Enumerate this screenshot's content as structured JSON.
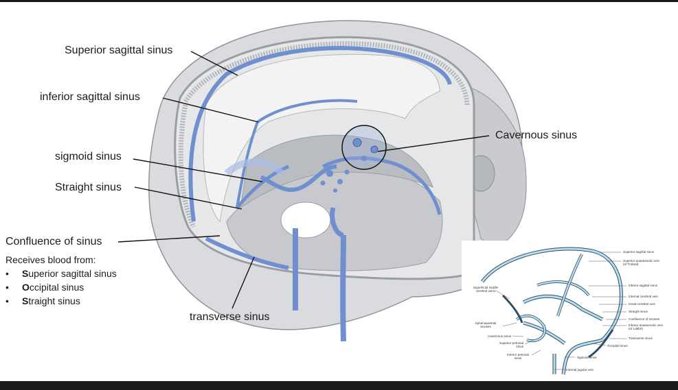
{
  "labels": {
    "superior_sagittal": "Superior sagittal sinus",
    "inferior_sagittal": "inferior sagittal sinus",
    "sigmoid": "sigmoid sinus",
    "straight": "Straight sinus",
    "confluence": "Confluence of  sinus",
    "transverse": "transverse sinus",
    "cavernous": "Cavernous sinus"
  },
  "receives": {
    "heading": "Receives blood from:",
    "items": [
      {
        "bullet": "•",
        "initial": "S",
        "rest": "uperior sagittal sinus"
      },
      {
        "bullet": "•",
        "initial": "O",
        "rest": "ccipital sinus"
      },
      {
        "bullet": "•",
        "initial": "S",
        "rest": "traight sinus"
      }
    ]
  },
  "inset": {
    "superior_sagittal": "Superior sagittal sinus",
    "superior_anastomotic_1": "Superior anastomotic vein",
    "superior_anastomotic_2": "(of Trolard)",
    "superficial_middle_1": "Superficial middle",
    "superficial_middle_2": "cerebral veins",
    "inferior_sagittal": "Inferior sagittal sinus",
    "internal_cerebral": "Internal cerebral vein",
    "great_cerebral": "Great cerebral vein",
    "straight": "Straight sinus",
    "confluence": "Confluence of sinuses",
    "inferior_anastomotic_1": "Inferior anastomotic vein",
    "inferior_anastomotic_2": "(of Labbé)",
    "transverse": "Transverse sinus",
    "sphenoparietal_1": "Sphenoparietal",
    "sphenoparietal_2": "sinuses",
    "cavernous": "Cavernous sinus",
    "superior_petrosal_1": "Superior petrosal",
    "superior_petrosal_2": "sinus",
    "inferior_petrosal_1": "Inferior petrosal",
    "inferior_petrosal_2": "sinus",
    "occipital": "Occipital sinus",
    "sigmoid": "Sigmoid sinus",
    "internal_jugular": "Internal jugular vein"
  },
  "colors": {
    "sinus_blue": "#6f8fcf",
    "inset_vein_blue": "#b9dcef",
    "bone_gray": "#d2d4d8",
    "background": "#ffffff"
  }
}
